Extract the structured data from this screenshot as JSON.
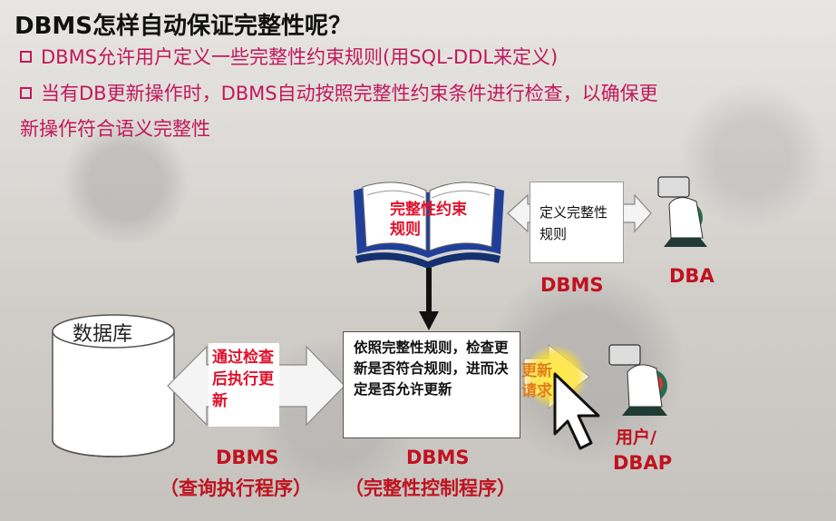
{
  "slide": {
    "title": "DBMS怎样自动保证完整性呢？",
    "bullet1": "DBMS允许用户定义一些完整性约束规则(用SQL-DDL来定义)",
    "bullet2": "当有DB更新操作时，DBMS自动按照完整性约束条件进行检查，以确保更",
    "bullet2_cont": "新操作符合语义完整性"
  },
  "diagram": {
    "book_label": "完整性约束规则",
    "define_rules": "定义完整性规则",
    "dbms_top": "DBMS",
    "dba": "DBA",
    "database": "数据库",
    "exec_box": "通过检查后执行更新",
    "control_box": "依照完整性规则，检查更新是否符合规则，进而决定是否允许更新",
    "update_request": "更新请求",
    "user": "用户/",
    "dbap": "DBAP",
    "dbms_query": "DBMS",
    "query_program": "（查询执行程序）",
    "dbms_control": "DBMS",
    "control_program": "（完整性控制程序）"
  },
  "colors": {
    "bullet": "#c2185b",
    "label_red": "#c0121f",
    "highlight": "#e0112b",
    "request_orange": "#e27c1a"
  }
}
